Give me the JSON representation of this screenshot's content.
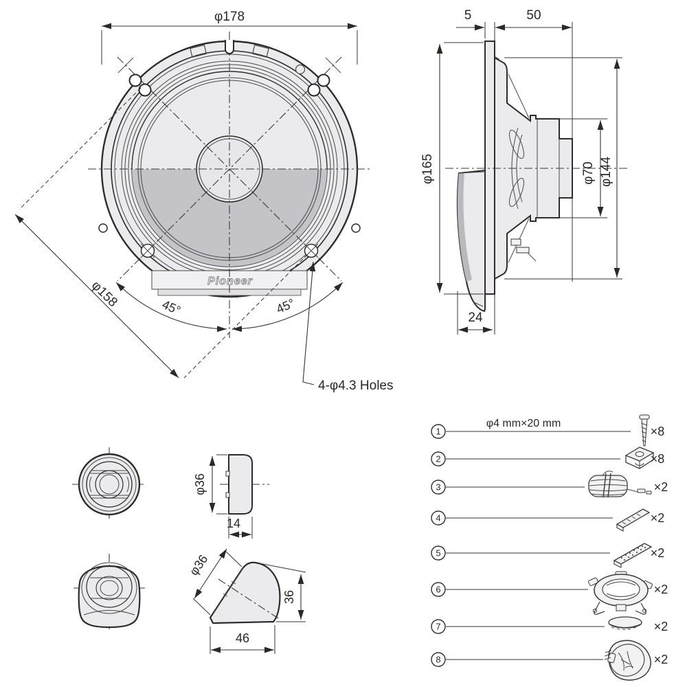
{
  "front_view": {
    "dia_overall": "φ178",
    "dia_bolt_circle": "φ158",
    "angle_left": "45°",
    "angle_right": "45°",
    "holes_note": "4-φ4.3 Holes",
    "brand": "Pioneer"
  },
  "side_view": {
    "flange_thickness": "5",
    "mounting_depth": "50",
    "dia_frame": "φ165",
    "dia_magnet": "φ70",
    "dia_basket": "φ144",
    "front_protrusion": "24"
  },
  "tweeter_flush_view": {
    "dia": "φ36",
    "depth": "14"
  },
  "tweeter_angled_view": {
    "dia": "φ36",
    "height": "36",
    "width": "46"
  },
  "parts_list": {
    "items": [
      {
        "no": "1",
        "label": "φ4 mm×20 mm",
        "qty": "×8",
        "icon": "tapping-screw"
      },
      {
        "no": "2",
        "label": "",
        "qty": "×8",
        "icon": "speed-clip"
      },
      {
        "no": "3",
        "label": "",
        "qty": "×2",
        "icon": "speaker-wire"
      },
      {
        "no": "4",
        "label": "",
        "qty": "×2",
        "icon": "foam-strip"
      },
      {
        "no": "5",
        "label": "",
        "qty": "×2",
        "icon": "tape-strip"
      },
      {
        "no": "6",
        "label": "",
        "qty": "×2",
        "icon": "tweeter-bracket"
      },
      {
        "no": "7",
        "label": "",
        "qty": "×2",
        "icon": "spacer-pad"
      },
      {
        "no": "8",
        "label": "",
        "qty": "×2",
        "icon": "angled-housing"
      }
    ]
  },
  "colors": {
    "line": "#2e2b2a",
    "fill_light": "#ebebed",
    "fill_shade": "#c4c4c8",
    "band_fill": "#f1f1f3"
  }
}
